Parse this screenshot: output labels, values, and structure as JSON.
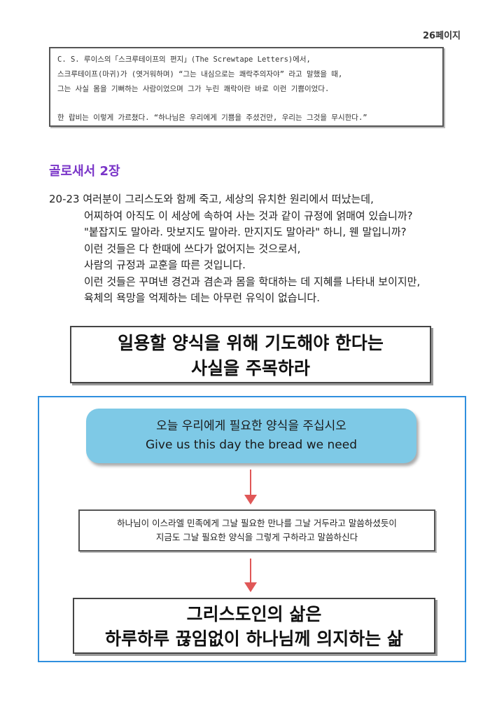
{
  "page_number": "26페이지",
  "quote": {
    "lines": [
      "C. S. 루이스의「스크루테이프의 편지」(The Screwtape Letters)에서,",
      "스크루테이프(마귀)가 (엿거워하며) “그는 내심으로는 쾌락주의자야” 라고 말했을 때,",
      "그는 사실 몸을 기뻐하는 사람이었으며 그가 누린 쾌락이란 바로 이런 기쁨이었다.",
      "한 랍비는 이렇게 가르쳤다. “하나님은 우리에게 기쁨을 주셨건만, 우리는 그것을 무시한다.”"
    ]
  },
  "section_title": "골로새서 2장",
  "verse": {
    "lines": [
      "20-23 여러분이 그리스도와 함께 죽고, 세상의 유치한 원리에서 떠났는데,",
      "어찌하여 아직도 이 세상에 속하여 사는 것과 같이 규정에 얽매여 있습니까?",
      "\"붙잡지도 말아라. 맛보지도 말아라. 만지지도 말아라\" 하니, 웬 말입니까?",
      "이런 것들은 다 한때에 쓰다가 없어지는 것으로서,",
      "사람의 규정과 교훈을 따른 것입니다.",
      "이런 것들은 꾸며낸 경건과 겸손과 몸을 학대하는 데 지혜를 나타내 보이지만,",
      "육체의 욕망을 억제하는 데는 아무런 유익이 없습니다."
    ]
  },
  "heading": {
    "line1": "일용할 양식을 위해 기도해야 한다는",
    "line2": "사실을 주목하라"
  },
  "flow": {
    "pill": {
      "korean": "오늘 우리에게 필요한 양식을 주십시오",
      "english": "Give us this day the bread we need"
    },
    "note": {
      "line1": "하나님이 이스라엘 민족에게 그날 필요한 만나를 그날 거두라고 말씀하셨듯이",
      "line2": "지금도 그날 필요한 양식을 그렇게 구하라고 말씀하신다"
    },
    "final": {
      "line1": "그리스도인의 삶은",
      "line2": "하루하루 끊임없이 하나님께 의지하는 삶"
    },
    "arrow_color": "#e05757",
    "pill_color": "#7ec9e6",
    "frame_color": "#2f8fde"
  }
}
